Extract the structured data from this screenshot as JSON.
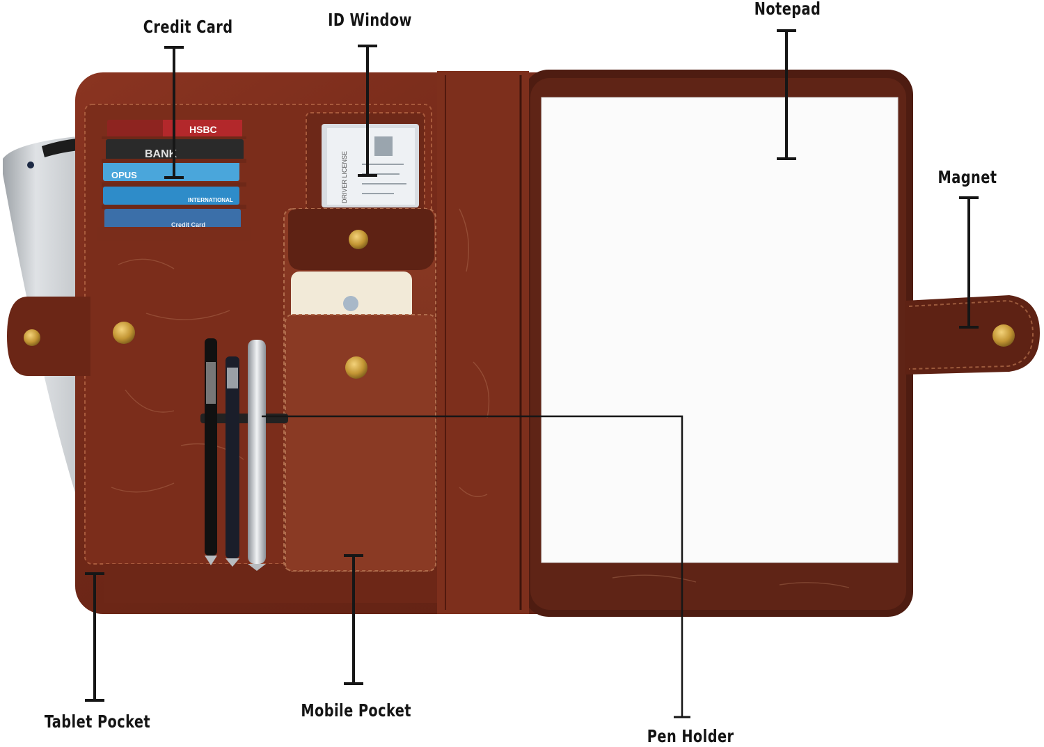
{
  "image": {
    "subject": "leather portfolio",
    "callouts": {
      "credit_card": "Credit Card",
      "id_window": "ID Window",
      "notepad": "Notepad",
      "magnet": "Magnet",
      "tablet_pocket": "Tablet Pocket",
      "mobile_pocket": "Mobile Pocket",
      "pen_holder": "Pen Holder"
    },
    "card_text": {
      "hsbc": "HSBC",
      "bank": "BANK",
      "opus": "OPUS",
      "international": "INTERNATIONAL",
      "credit": "Credit Card",
      "license": "DRIVER LICENSE"
    },
    "colors": {
      "leather": "#7a2f1c",
      "leather_dark": "#4a1a0f",
      "brass": "#c79a3a",
      "paper": "#fbfbfb",
      "leader_line": "#161616"
    }
  }
}
